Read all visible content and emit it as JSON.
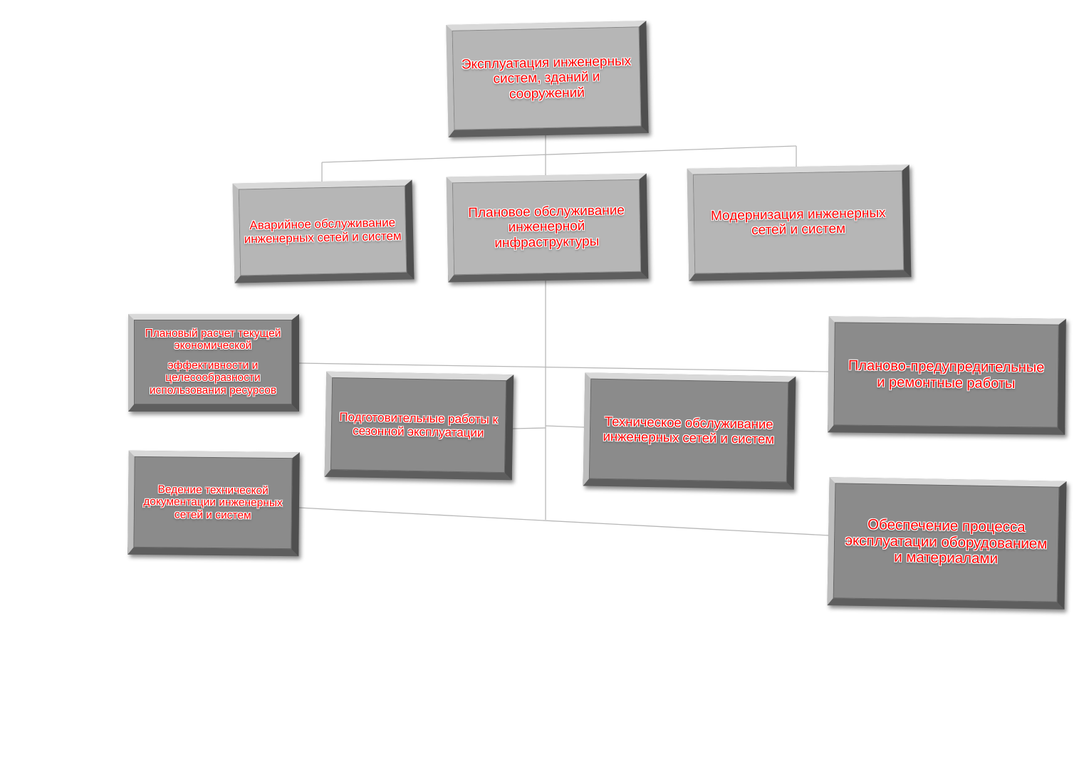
{
  "diagram": {
    "root": {
      "line1": "Эксплуатация инженерных",
      "line2": "систем, зданий и сооружений"
    },
    "level1": {
      "emergency": {
        "line1": "Аварийное обслуживание",
        "line2": "инженерных сетей и систем"
      },
      "planned": {
        "line1": "Плановое обслуживание",
        "line2": "инженерной инфраструктуры"
      },
      "modernization": {
        "line1": "Модернизация инженерных",
        "line2": "сетей и систем"
      }
    },
    "level2": {
      "calculation": {
        "line1": "Плановый расчет текущей",
        "line2": "экономической",
        "line3": "эффективности и",
        "line4": "целесообразности",
        "line5": "использования ресурсов"
      },
      "seasonal": {
        "line1": "Подготовительные работы к",
        "line2": "сезонной эксплуатации"
      },
      "maintenance": {
        "line1": "Техническое обслуживание",
        "line2": "инженерных сетей и систем"
      },
      "preventive": {
        "line1": "Планово-предупредительные",
        "line2": "и ремонтные работы"
      },
      "documentation": {
        "line1": "Ведение технической",
        "line2": "документации инженерных",
        "line3": "сетей и систем"
      },
      "supply": {
        "line1": "Обеспечение процесса",
        "line2": "эксплуатации оборудованием",
        "line3": "и материалами"
      }
    },
    "colors": {
      "text": "#ff0000",
      "box_light": "#b6b6b6",
      "box_dark": "#8b8b8b",
      "connector": "#b8b8b8"
    }
  }
}
